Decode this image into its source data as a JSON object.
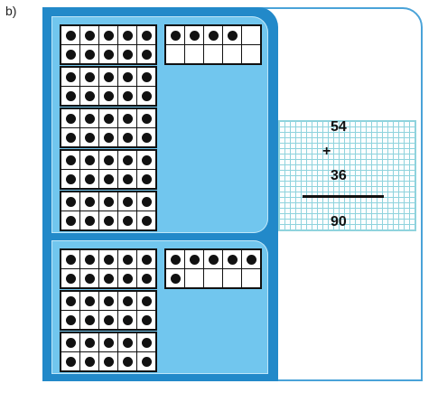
{
  "part_label": "b)",
  "calculation": {
    "addend_1": "54",
    "operator": "+",
    "addend_2": "36",
    "sum": "90"
  },
  "ten_frames": {
    "top_group": {
      "full_frames": 5,
      "partial_frame_dots": 4
    },
    "bottom_group": {
      "full_frames": 3,
      "partial_frame_dots": 6
    }
  },
  "colors": {
    "panel_dark": "#2289c9",
    "panel_light": "#71c6ee",
    "frame_border": "#4aa3d8",
    "grid_lines": "#8fd3dd",
    "dot": "#111111"
  }
}
